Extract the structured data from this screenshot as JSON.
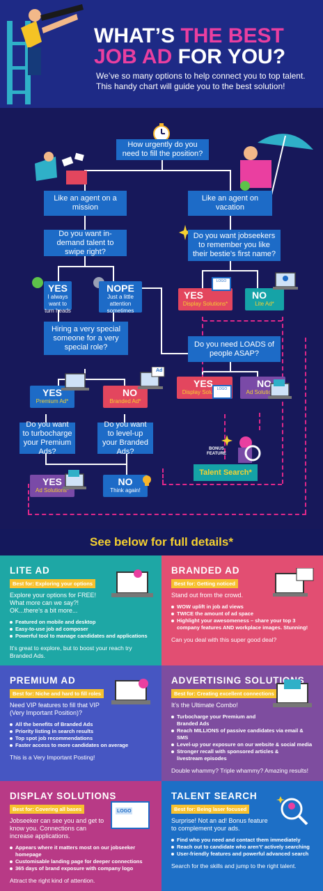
{
  "header": {
    "title_line1_white": "WHAT’S ",
    "title_line1_pink": "THE BEST",
    "title_line2_pink": "JOB AD ",
    "title_line2_white": "FOR YOU?",
    "subtitle": "We’ve so many options to help connect you to top talent. This handy chart will guide you to the best solution!"
  },
  "flow": {
    "q_urgency": "How urgently do you need to fill the position?",
    "agent_mission": "Like an agent on a mission",
    "agent_vacation": "Like an agent on vacation",
    "q_indemand": "Do you want in-demand talent to swipe right?",
    "q_remember": "Do you want jobseekers to remember you like their bestie’s first name?",
    "yes_turn_heads": {
      "big": "YES",
      "small": "I always want to turn heads"
    },
    "nope": {
      "big": "NOPE",
      "small": "Just a little attention sometimes"
    },
    "yes_display_1": {
      "big": "YES",
      "small": "Display Solutions*"
    },
    "no_lite": {
      "big": "NO",
      "small": "Lite Ad*"
    },
    "q_special": "Hiring a very special someone for a very special role?",
    "q_loads": "Do you need LOADS of people ASAP?",
    "yes_premium": {
      "big": "YES",
      "small": "Premium Ad*"
    },
    "no_branded": {
      "big": "NO",
      "small": "Branded Ad*"
    },
    "yes_display_2": {
      "big": "YES",
      "small": "Display Solutions*"
    },
    "no_ad_solutions": {
      "big": "NO",
      "small": "Ad Solutions*"
    },
    "q_turbo": "Do you want to turbocharge your Premium Ads?",
    "q_levelup": "Do you want to level-up your Branded Ads?",
    "bonus_feature": "BONUS FEATURE",
    "talent_search_box": "Talent Search*",
    "yes_ad_solutions": {
      "big": "YES",
      "small": "Ad Solutions*"
    },
    "no_think": {
      "big": "NO",
      "small": "Think again!"
    },
    "logo_text": "LOGO",
    "ad_text": "Ad"
  },
  "banner": "See below for full details*",
  "cards": {
    "lite": {
      "title": "LITE AD",
      "best": "Best for: Exploring your options",
      "intro": "Explore your options for FREE! What more can we say?! OK...there’s a bit more...",
      "items": [
        "Featured on mobile and desktop",
        "Easy-to-use job ad composer",
        "Powerful tool to manage candidates and applications"
      ],
      "outro": "It’s great to explore, but to boost your reach try Branded Ads."
    },
    "branded": {
      "title": "BRANDED AD",
      "best": "Best for: Getting noticed",
      "intro": "Stand out from the crowd.",
      "items": [
        "WOW uplift in job ad views",
        "TWICE the amount of ad space",
        "Highlight your awesomeness – share your top 3 company features AND workplace images. Stunning!"
      ],
      "outro": "Can you deal with this super good deal?"
    },
    "premium": {
      "title": "PREMIUM AD",
      "best": "Best for: Niche and hard to fill roles",
      "intro": "Need VIP features to fill that VIP (Very Important Position)?",
      "items": [
        "All the benefits of Branded Ads",
        "Priority listing in search results",
        "Top spot job recommendations",
        "Faster access to more candidates on average"
      ],
      "outro": "This is a Very Important Posting!"
    },
    "advertising": {
      "title": "ADVERTISING SOLUTIONS",
      "best": "Best for: Creating excellent connections",
      "intro": "It’s the Ultimate Combo!",
      "items": [
        "Turbocharge your Premium and Branded Ads",
        "Reach MILLIONS of passive candidates via email & SMS",
        "Level-up your exposure on our website & social media",
        "Stronger recall with sponsored articles & livestream episodes"
      ],
      "outro": "Double whammy? Triple whammy? Amazing results!"
    },
    "display": {
      "title": "DISPLAY SOLUTIONS",
      "best": "Best for: Covering all bases",
      "intro": "Jobseeker can see you and get to know you. Connections can increase applications.",
      "items": [
        "Appears where it matters most on our jobseeker homepage",
        "Customisable landing page for deeper connections",
        "365 days of brand exposure with company logo"
      ],
      "outro": "Attract the right kind of attention."
    },
    "talent": {
      "title": "TALENT SEARCH",
      "best": "Best for: Being laser focused",
      "intro": "Surprise! Not an ad! Bonus feature to complement your ads.",
      "items": [
        "Find who you need and contact them immediately",
        "Reach out to candidate who aren’t’ actively searching",
        "User-friendly features and powerful advanced search"
      ],
      "outro": "Search for the skills and jump to the right talent."
    }
  },
  "colors": {
    "header_bg": "#1e2a86",
    "flow_bg": "#17185a",
    "box_blue": "#1d6bc7",
    "pink": "#ea3fa0",
    "red": "#e3465e",
    "teal": "#15a3a7",
    "purple": "#7a4aa7",
    "yellow": "#f6d130",
    "lite_bg": "#1ea7a5",
    "branded_bg": "#e24e72",
    "premium_bg": "#4656c2",
    "advertising_bg": "#7e4d9f",
    "display_bg": "#b83a86",
    "talent_bg": "#1d6fc6"
  }
}
